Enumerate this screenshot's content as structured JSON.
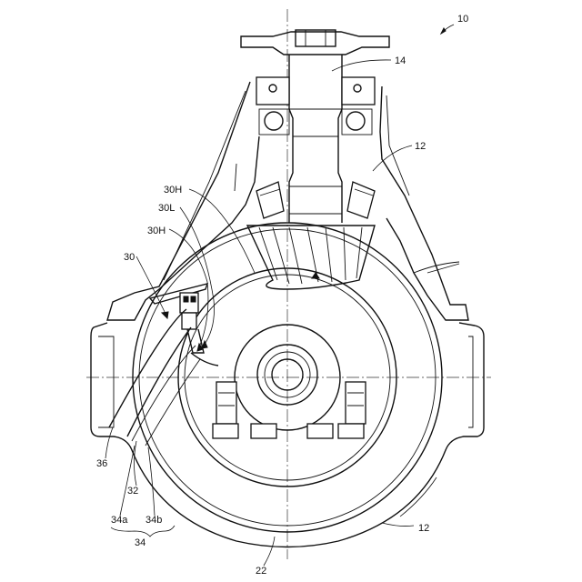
{
  "figure": {
    "ref_10": "10",
    "ref_14": "14",
    "ref_12_upper": "12",
    "ref_30H_top": "30H",
    "ref_30L": "30L",
    "ref_30H_lower": "30H",
    "ref_30": "30",
    "ref_36": "36",
    "ref_32": "32",
    "ref_34a": "34a",
    "ref_34b": "34b",
    "ref_34": "34",
    "ref_12_lower": "12",
    "ref_22": "22"
  }
}
